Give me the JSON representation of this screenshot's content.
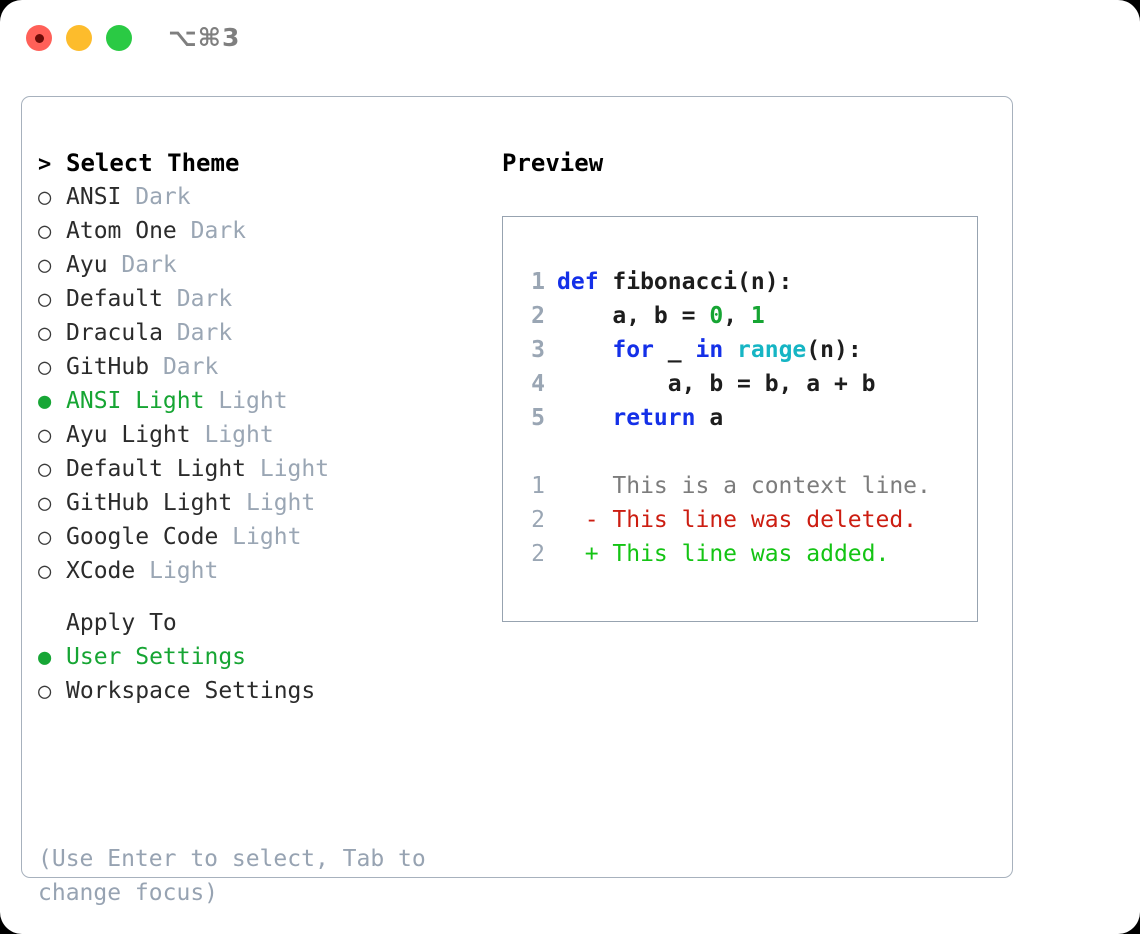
{
  "titlebar": {
    "shortcut": "⌥⌘3",
    "buttons": [
      {
        "name": "close",
        "color": "#ff6058"
      },
      {
        "name": "minimize",
        "color": "#fdbc2c"
      },
      {
        "name": "zoom",
        "color": "#2aca44"
      }
    ]
  },
  "theme_list": {
    "header": {
      "prefix": ">",
      "label": "Select Theme"
    },
    "items": [
      {
        "marker": "○",
        "name": "ANSI",
        "variant": "Dark",
        "selected": false
      },
      {
        "marker": "○",
        "name": "Atom One",
        "variant": "Dark",
        "selected": false
      },
      {
        "marker": "○",
        "name": "Ayu",
        "variant": "Dark",
        "selected": false
      },
      {
        "marker": "○",
        "name": "Default",
        "variant": "Dark",
        "selected": false
      },
      {
        "marker": "○",
        "name": "Dracula",
        "variant": "Dark",
        "selected": false
      },
      {
        "marker": "○",
        "name": "GitHub",
        "variant": "Dark",
        "selected": false
      },
      {
        "marker": "●",
        "name": "ANSI Light",
        "variant": "Light",
        "selected": true
      },
      {
        "marker": "○",
        "name": "Ayu Light",
        "variant": "Light",
        "selected": false
      },
      {
        "marker": "○",
        "name": "Default Light",
        "variant": "Light",
        "selected": false
      },
      {
        "marker": "○",
        "name": "GitHub Light",
        "variant": "Light",
        "selected": false
      },
      {
        "marker": "○",
        "name": "Google Code",
        "variant": "Light",
        "selected": false
      },
      {
        "marker": "○",
        "name": "XCode",
        "variant": "Light",
        "selected": false
      }
    ]
  },
  "apply_to": {
    "header": "Apply To",
    "items": [
      {
        "marker": "●",
        "name": "User Settings",
        "selected": true
      },
      {
        "marker": "○",
        "name": "Workspace Settings",
        "selected": false
      }
    ]
  },
  "hint": "(Use Enter to select, Tab to change focus)",
  "preview": {
    "title": "Preview",
    "code_lines": [
      {
        "num": "1",
        "tokens": [
          {
            "t": "def",
            "c": "kw"
          },
          {
            "t": " fibonacci(n):",
            "c": "plain"
          }
        ]
      },
      {
        "num": "2",
        "tokens": [
          {
            "t": "    a, b = ",
            "c": "plain"
          },
          {
            "t": "0",
            "c": "num"
          },
          {
            "t": ", ",
            "c": "plain"
          },
          {
            "t": "1",
            "c": "num"
          }
        ]
      },
      {
        "num": "3",
        "tokens": [
          {
            "t": "    ",
            "c": "plain"
          },
          {
            "t": "for",
            "c": "kw"
          },
          {
            "t": " _ ",
            "c": "plain"
          },
          {
            "t": "in",
            "c": "kw"
          },
          {
            "t": " ",
            "c": "plain"
          },
          {
            "t": "range",
            "c": "fn"
          },
          {
            "t": "(n):",
            "c": "plain"
          }
        ]
      },
      {
        "num": "4",
        "tokens": [
          {
            "t": "        a, b = b, a + b",
            "c": "plain"
          }
        ]
      },
      {
        "num": "5",
        "tokens": [
          {
            "t": "    ",
            "c": "plain"
          },
          {
            "t": "return",
            "c": "kw"
          },
          {
            "t": " a",
            "c": "plain"
          }
        ]
      }
    ],
    "diff_lines": [
      {
        "num": "1",
        "sign": " ",
        "text": "This is a context line.",
        "kind": "ctx"
      },
      {
        "num": "2",
        "sign": "-",
        "text": "This line was deleted.",
        "kind": "del"
      },
      {
        "num": "2",
        "sign": "+",
        "text": "This line was added.",
        "kind": "add"
      }
    ]
  },
  "colors": {
    "accent_green": "#16a533",
    "muted": "#9aa6b4",
    "border": "#97a3b0",
    "keyword": "#1430e8",
    "function": "#16b5c4",
    "number": "#16a533",
    "diff_add": "#14c414",
    "diff_del": "#cc1d11",
    "diff_ctx": "#7c7c7c"
  }
}
